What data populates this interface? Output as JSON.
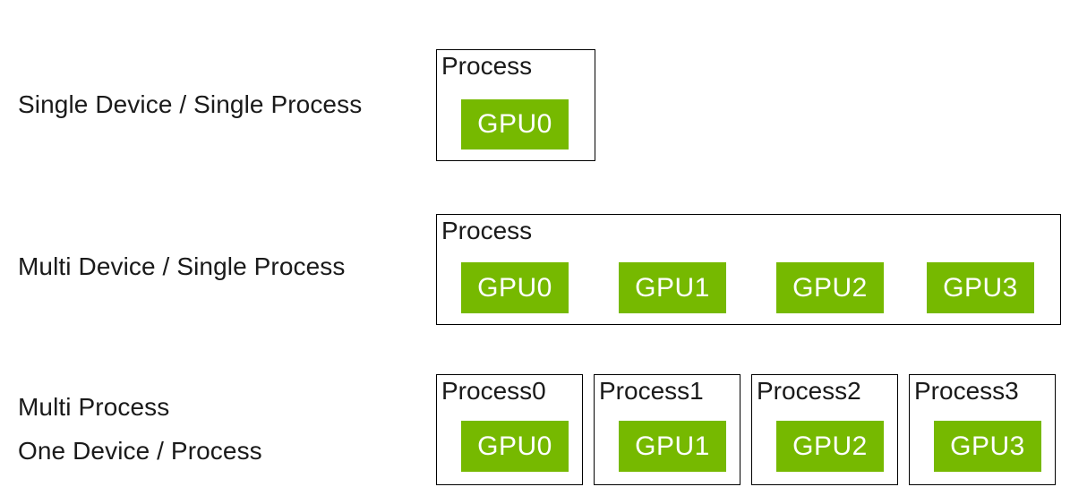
{
  "colors": {
    "nvidia_green": "#76B900",
    "border": "#000000",
    "label_text": "#1a1a1a",
    "gpu_label_text": "#ffffff",
    "background": "#ffffff"
  },
  "rows": [
    {
      "label_lines": [
        "Single Device / Single Process"
      ],
      "processes": [
        {
          "title": "Process",
          "gpus": [
            "GPU0"
          ]
        }
      ]
    },
    {
      "label_lines": [
        "Multi Device / Single Process"
      ],
      "processes": [
        {
          "title": "Process",
          "gpus": [
            "GPU0",
            "GPU1",
            "GPU2",
            "GPU3"
          ]
        }
      ]
    },
    {
      "label_lines": [
        "Multi Process",
        "One Device / Process"
      ],
      "processes": [
        {
          "title": "Process0",
          "gpus": [
            "GPU0"
          ]
        },
        {
          "title": "Process1",
          "gpus": [
            "GPU1"
          ]
        },
        {
          "title": "Process2",
          "gpus": [
            "GPU2"
          ]
        },
        {
          "title": "Process3",
          "gpus": [
            "GPU3"
          ]
        }
      ]
    }
  ]
}
